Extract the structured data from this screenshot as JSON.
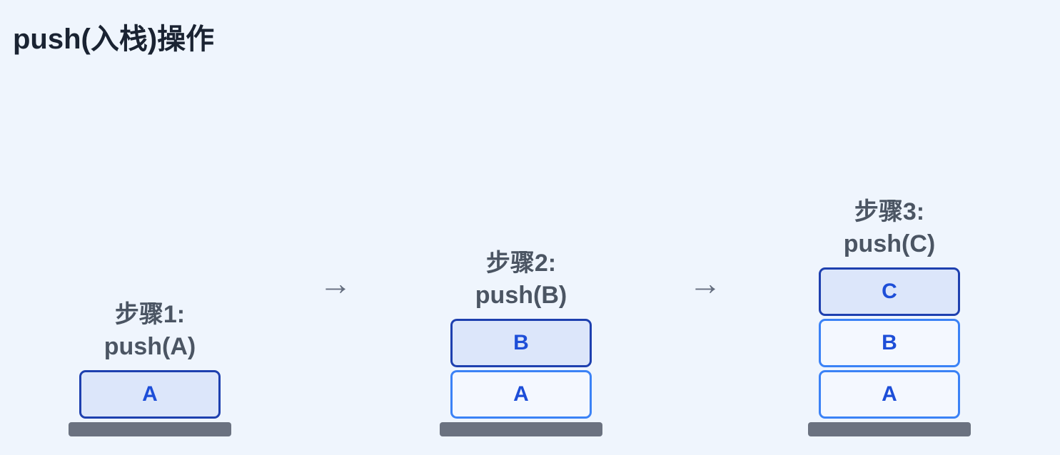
{
  "title": "push(入栈)操作",
  "colors": {
    "background": "#eff5fd",
    "title_text": "#1a2332",
    "label_text": "#4b5563",
    "box_letter": "#1d4ed8",
    "highlight_border": "#1e40af",
    "highlight_fill": "#dce6fa",
    "normal_border": "#3b82f6",
    "normal_fill": "#f4f8ff",
    "base_bar": "#6b7280",
    "arrow": "#646d7e"
  },
  "arrows": {
    "glyph": "→",
    "first": "→",
    "second": "→"
  },
  "steps": [
    {
      "label_line1": "步骤1:",
      "label_line2": "push(A)",
      "boxes": [
        {
          "value": "A",
          "state": "highlight"
        }
      ]
    },
    {
      "label_line1": "步骤2:",
      "label_line2": "push(B)",
      "boxes": [
        {
          "value": "B",
          "state": "highlight"
        },
        {
          "value": "A",
          "state": "normal"
        }
      ]
    },
    {
      "label_line1": "步骤3:",
      "label_line2": "push(C)",
      "boxes": [
        {
          "value": "C",
          "state": "highlight"
        },
        {
          "value": "B",
          "state": "normal"
        },
        {
          "value": "A",
          "state": "normal"
        }
      ]
    }
  ]
}
